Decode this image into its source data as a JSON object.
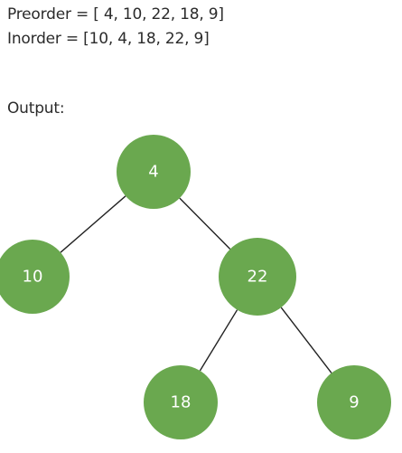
{
  "header": {
    "preorder": "Preorder = [ 4, 10, 22, 18, 9]",
    "inorder": "Inorder = [10, 4, 18, 22, 9]",
    "output_label": "Output:"
  },
  "tree": {
    "node_color": "#6aa84f",
    "nodes": [
      {
        "id": "n4",
        "label": "4"
      },
      {
        "id": "n10",
        "label": "10"
      },
      {
        "id": "n22",
        "label": "22"
      },
      {
        "id": "n18",
        "label": "18"
      },
      {
        "id": "n9",
        "label": "9"
      }
    ],
    "edges": [
      {
        "from": "n4",
        "to": "n10"
      },
      {
        "from": "n4",
        "to": "n22"
      },
      {
        "from": "n22",
        "to": "n18"
      },
      {
        "from": "n22",
        "to": "n9"
      }
    ]
  }
}
